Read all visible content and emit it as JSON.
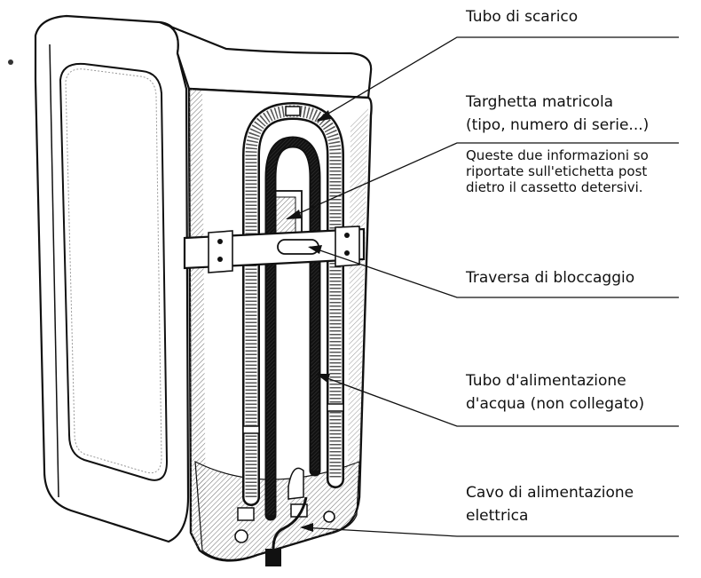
{
  "labels": {
    "drain_hose": "Tubo di scarico",
    "rating_plate_line1": "Targhetta matricola",
    "rating_plate_line2": "(tipo, numero di serie...)",
    "rating_plate_note_line1": "Queste due informazioni so",
    "rating_plate_note_line2": "riportate sull'etichetta post",
    "rating_plate_note_line3": "dietro il cassetto detersivi.",
    "locking_bar": "Traversa di bloccaggio",
    "water_supply_line1": "Tubo d'alimentazione",
    "water_supply_line2": "d'acqua (non collegato)",
    "power_cable_line1": "Cavo di alimentazione",
    "power_cable_line2": "elettrica"
  }
}
